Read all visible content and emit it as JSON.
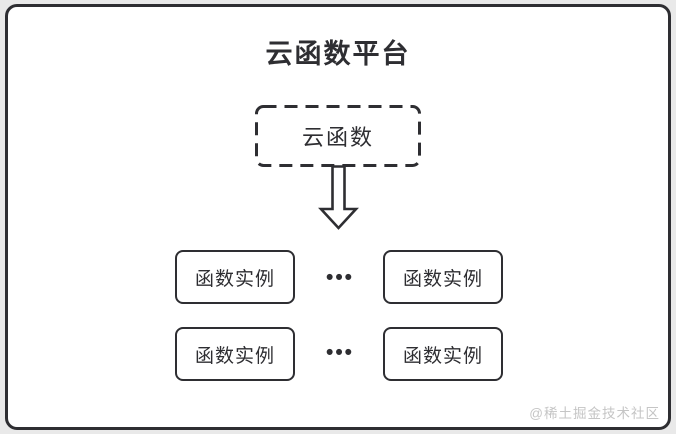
{
  "diagram": {
    "title": "云函数平台",
    "cloud_function": {
      "label": "云函数"
    },
    "rows": [
      {
        "left": "函数实例",
        "dots": "•••",
        "right": "函数实例"
      },
      {
        "left": "函数实例",
        "dots": "•••",
        "right": "函数实例"
      }
    ],
    "watermark": "@稀土掘金技术社区",
    "colors": {
      "stroke": "#2e2e32",
      "text": "#2e2e32",
      "page_background": "#e9e9e9",
      "panel_background": "#ffffff",
      "watermark": "#c5c5c5"
    }
  }
}
